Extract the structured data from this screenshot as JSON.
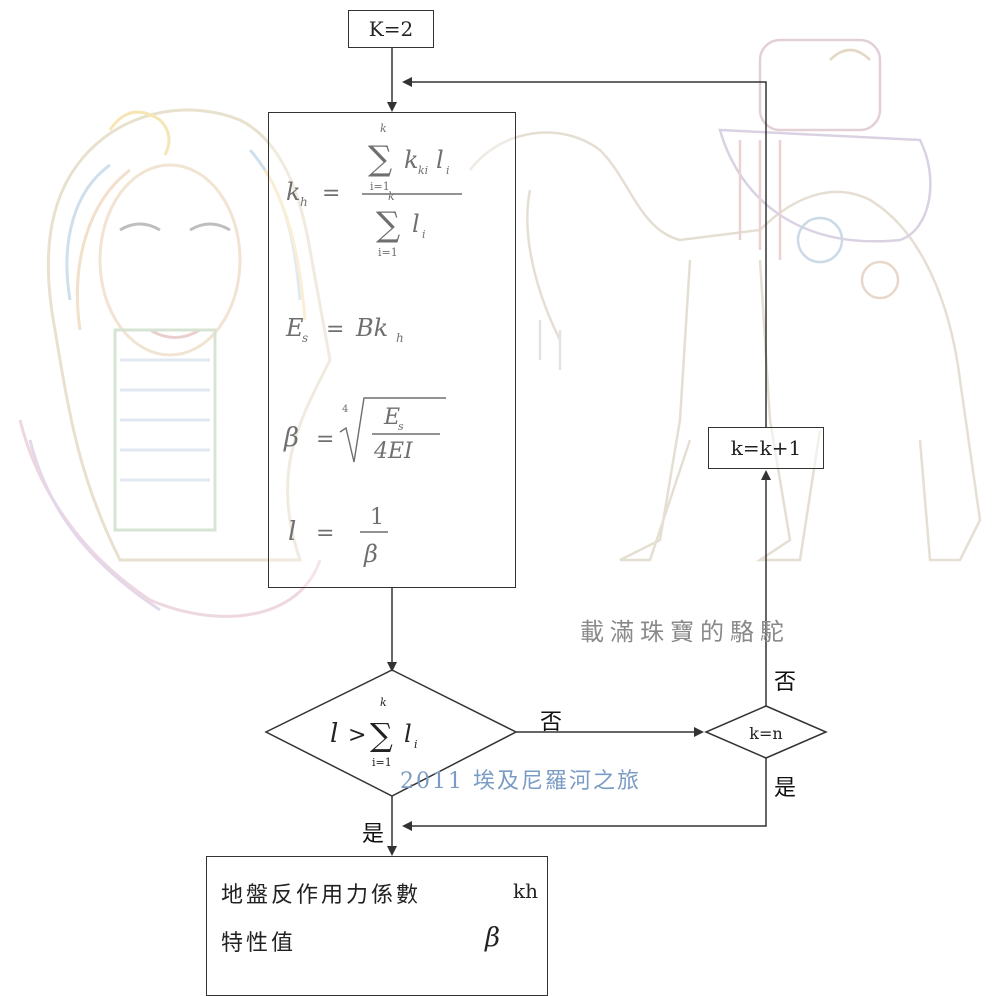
{
  "nodes": {
    "start": "K=2",
    "increment": "k=k+1",
    "decision_kn": "k=n"
  },
  "formulas": {
    "kh_lhs": "k",
    "kh_sub": "h",
    "es_line": "E",
    "es_sub": "s",
    "es_rhs": "Bk",
    "es_rhs_sub": "h",
    "beta_lhs": "β",
    "beta_num": "E",
    "beta_num_sub": "s",
    "beta_den": "4EI",
    "beta_root_index": "4",
    "l_lhs": "l",
    "l_num": "1",
    "l_den": "β",
    "sum_index_top": "k",
    "sum_index_bottom": "i=1",
    "kki_term": "k",
    "kki_sub": "ki",
    "li_term": "l",
    "li_sub": "i",
    "cond_lhs": "l",
    "cond_op": ">"
  },
  "branches": {
    "no_1": "否",
    "no_2": "否",
    "yes_1": "是",
    "yes_2": "是"
  },
  "result": {
    "line1": "地盤反作用力係數",
    "line1_symbol": "kh",
    "line2": "特性值",
    "line2_symbol": "β"
  },
  "captions": {
    "camel": "載滿珠寶的駱駝",
    "trip": "2011 埃及尼羅河之旅"
  }
}
